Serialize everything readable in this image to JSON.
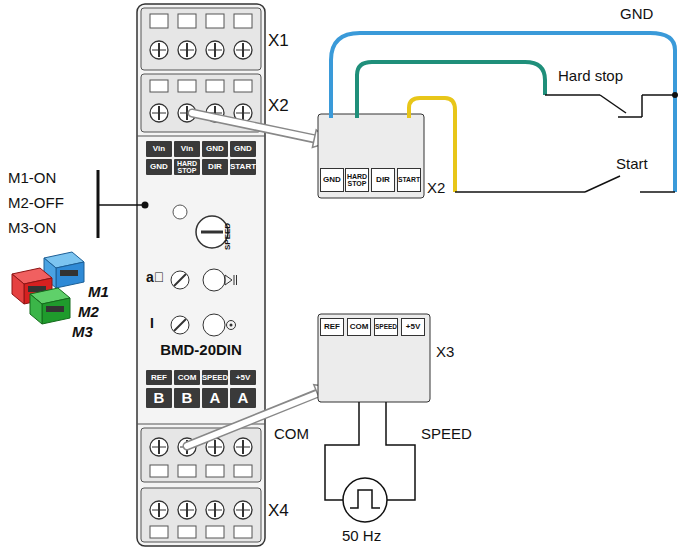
{
  "diagram": {
    "labels": [
      "X1",
      "X2",
      "Vin",
      "Vin",
      "GND",
      "GND",
      "GND",
      "HARD STOP",
      "DIR",
      "START",
      "SPEED",
      "a⃗",
      "I",
      "BMD-20DIN",
      "REF",
      "COM",
      "SPEED",
      "+5V",
      "B",
      "B",
      "A",
      "A",
      "X4",
      "M1-ON",
      "M2-OFF",
      "M3-ON",
      "M1",
      "M2",
      "M3",
      "GND",
      "HARD STOP",
      "DIR",
      "START",
      "X2",
      "GND",
      "Hard stop",
      "Start",
      "REF",
      "COM",
      "SPEED",
      "+5V",
      "X3",
      "COM",
      "SPEED",
      "50 Hz"
    ]
  }
}
